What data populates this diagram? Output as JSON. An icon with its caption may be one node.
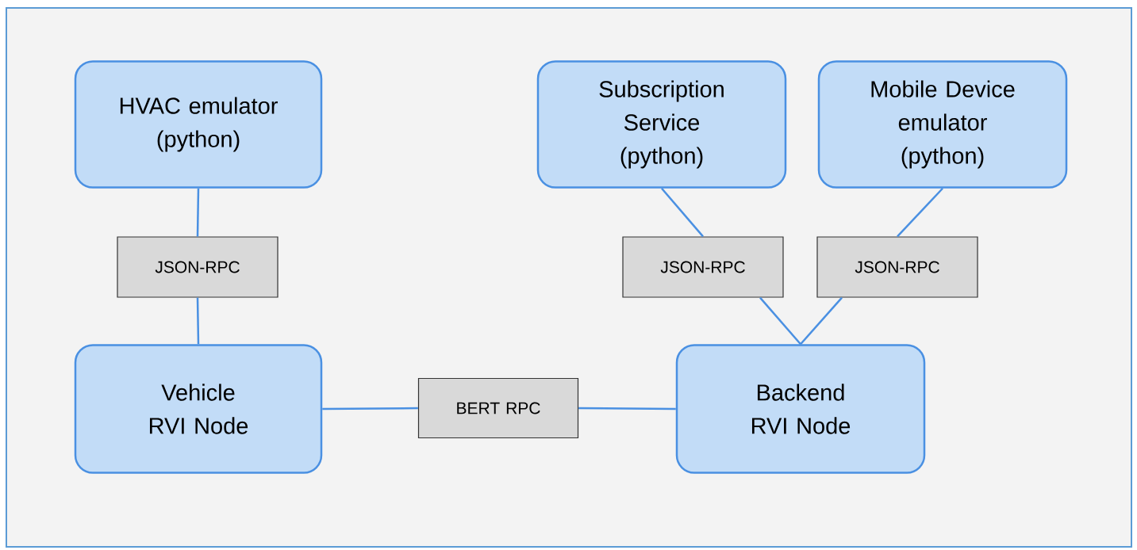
{
  "diagram": {
    "nodes": [
      {
        "text": [
          "HVAC emulator (python)"
        ]
      },
      {
        "text": [
          "Subscription Service (python)"
        ]
      },
      {
        "text": [
          "Mobile Device emulator (python)"
        ]
      },
      {
        "text": [
          "JSON-RPC"
        ]
      },
      {
        "text": [
          "JSON-RPC"
        ]
      },
      {
        "text": [
          "JSON-RPC"
        ]
      },
      {
        "text": [
          "Vehicle RVI Node"
        ]
      },
      {
        "text": [
          "BERT RPC"
        ]
      },
      {
        "text": [
          "Backend RVI Node"
        ]
      }
    ],
    "edges": [
      {
        "from": 0,
        "to": 3,
        "arrow": "none"
      },
      {
        "from": 3,
        "to": 6,
        "arrow": "none"
      },
      {
        "from": 1,
        "to": 4,
        "arrow": "none"
      },
      {
        "from": 4,
        "to": 8,
        "arrow": "none"
      },
      {
        "from": 2,
        "to": 5,
        "arrow": "none"
      },
      {
        "from": 5,
        "to": 8,
        "arrow": "none"
      },
      {
        "from": 6,
        "to": 7,
        "arrow": "none"
      },
      {
        "from": 7,
        "to": 8,
        "arrow": "none"
      }
    ]
  }
}
